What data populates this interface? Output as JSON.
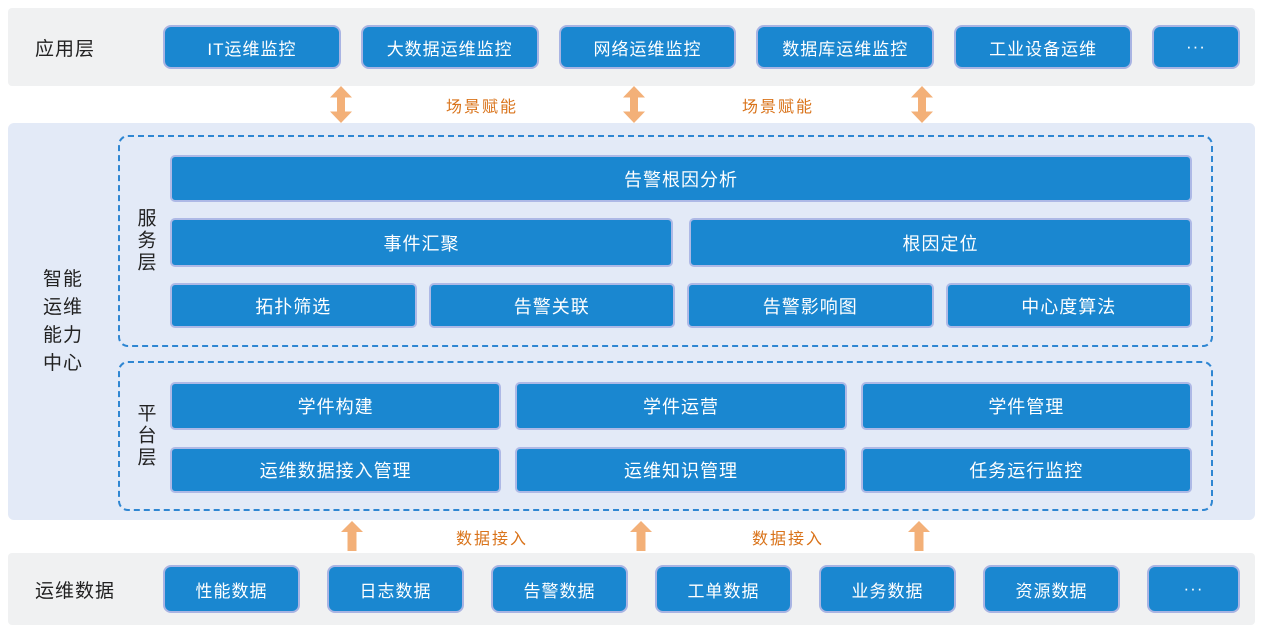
{
  "colors": {
    "button_blue": "#1a87d0",
    "button_border": "#a9b4e3",
    "band_gray": "#f0f1f2",
    "band_blue": "#e3eaf7",
    "dashed_border_blue": "#2e86d2",
    "arrow_orange": "#f3b078",
    "connector_label_orange": "#d9731a",
    "text_dark": "#222222"
  },
  "app_layer": {
    "label": "应用层",
    "items": [
      "IT运维监控",
      "大数据运维监控",
      "网络运维监控",
      "数据库运维监控",
      "工业设备运维",
      "···"
    ]
  },
  "top_connector": {
    "labels": [
      "场景赋能",
      "场景赋能"
    ]
  },
  "capability_center": {
    "label_lines": [
      "智能",
      "运维",
      "能力",
      "中心"
    ],
    "service_layer": {
      "label": "服务层",
      "row1": [
        "告警根因分析"
      ],
      "row2": [
        "事件汇聚",
        "根因定位"
      ],
      "row3": [
        "拓扑筛选",
        "告警关联",
        "告警影响图",
        "中心度算法"
      ]
    },
    "platform_layer": {
      "label": "平台层",
      "row1": [
        "学件构建",
        "学件运营",
        "学件管理"
      ],
      "row2": [
        "运维数据接入管理",
        "运维知识管理",
        "任务运行监控"
      ]
    }
  },
  "bottom_connector": {
    "labels": [
      "数据接入",
      "数据接入"
    ]
  },
  "data_layer": {
    "label": "运维数据",
    "items": [
      "性能数据",
      "日志数据",
      "告警数据",
      "工单数据",
      "业务数据",
      "资源数据",
      "···"
    ]
  }
}
